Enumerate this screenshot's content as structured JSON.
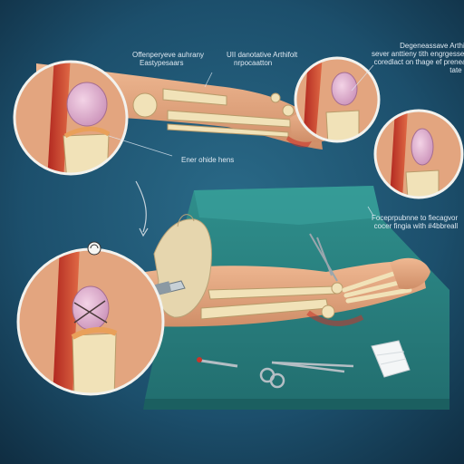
{
  "labels": {
    "top_left": [
      "Offenperyeve auhrany",
      "Eastypesaars"
    ],
    "top_middle": [
      "UII danotative Arthifolt",
      "nrpocaatton"
    ],
    "top_right": [
      "Degeneassave Arthivolt",
      "sever anttieny tith engrgesseyed",
      "coredlact on thage ef preneaste",
      "tate aut."
    ],
    "middle_small": [
      "Ener ohide hens"
    ],
    "right_mid": [
      "Foceprpubnne to fiecagvor",
      "cocer fingia with #4bbreall"
    ]
  },
  "colors": {
    "background": "#1c4f6c",
    "background_dark": "#0f2c40",
    "drape": "#2f8f8c",
    "skin": "#e3a57f",
    "bone": "#f1e2b8",
    "cartilage": "#d9a6c8",
    "glove": "#e6d6ae",
    "inflammation": "#c9342a"
  },
  "icons": [
    "forceps-icon",
    "scissors-icon",
    "scalpel-icon",
    "gauze-icon",
    "glove-hand-icon",
    "arrow-icon"
  ]
}
